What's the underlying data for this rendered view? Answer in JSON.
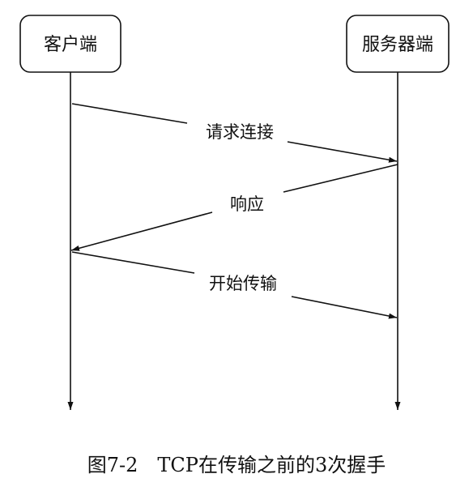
{
  "diagram": {
    "actors": [
      {
        "id": "client",
        "label": "客户端"
      },
      {
        "id": "server",
        "label": "服务器端"
      }
    ],
    "messages": [
      {
        "from": "client",
        "to": "server",
        "label": "请求连接"
      },
      {
        "from": "server",
        "to": "client",
        "label": "响应"
      },
      {
        "from": "client",
        "to": "server",
        "label": "开始传输"
      }
    ]
  },
  "caption": "图7-2　TCP在传输之前的3次握手"
}
